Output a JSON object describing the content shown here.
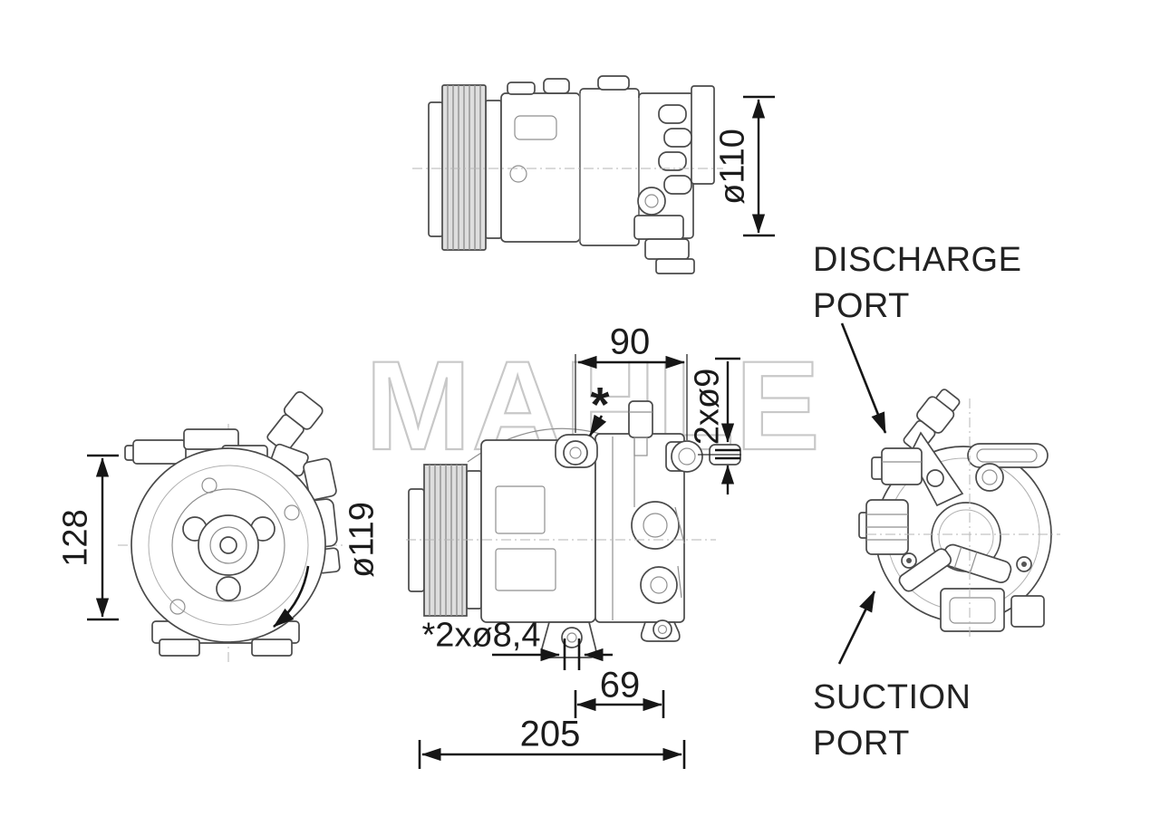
{
  "watermark": {
    "text": "MAHLE",
    "color": "#c8c8c8"
  },
  "dimensions": {
    "pulley_outer_diameter_top": "ø110",
    "body_height_front": "128",
    "mounting_hole_span_top": "90",
    "mounting_holes_side": "2xø9",
    "asterisk_marker": "*",
    "pulley_diameter_main": "ø119",
    "asterisk_holes": "*2xø8,4",
    "lower_mount_span": "69",
    "overall_length": "205"
  },
  "port_labels": {
    "discharge": [
      "DISCHARGE",
      "PORT"
    ],
    "suction": [
      "SUCTION",
      "PORT"
    ]
  },
  "colors": {
    "background": "#ffffff",
    "outline": "#4a4a4a",
    "detail": "#8f8f8f",
    "dimension": "#161616",
    "pulley_fill": "#dedede",
    "watermark": "#c8c8c8"
  }
}
